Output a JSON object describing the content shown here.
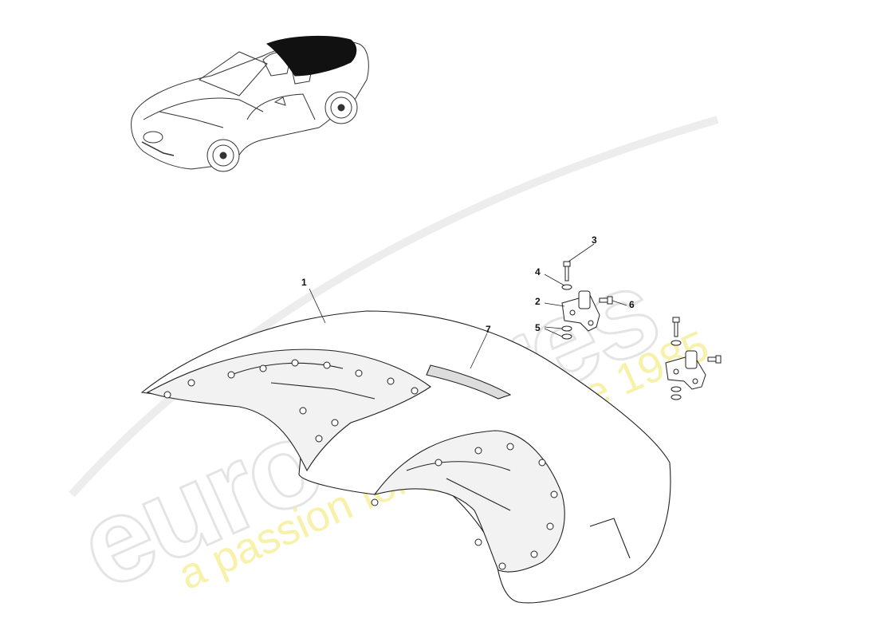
{
  "watermark": {
    "brand": "eurospares",
    "tagline": "a passion for parts since 1985",
    "brand_color": "#d8d8d8",
    "tagline_color": "#f2ea8a"
  },
  "callouts": [
    {
      "id": "1",
      "label": "1"
    },
    {
      "id": "2",
      "label": "2"
    },
    {
      "id": "3",
      "label": "3"
    },
    {
      "id": "4",
      "label": "4"
    },
    {
      "id": "5",
      "label": "5"
    },
    {
      "id": "6",
      "label": "6"
    },
    {
      "id": "7",
      "label": "7"
    }
  ],
  "icons": {
    "vehicle": "convertible-car-icon",
    "tonneau": "tonneau-cover-icon",
    "hinge": "hinge-bracket-icon",
    "bolt": "bolt-icon",
    "washer": "washer-icon"
  },
  "colors": {
    "line": "#222222",
    "highlight": "#111111"
  }
}
